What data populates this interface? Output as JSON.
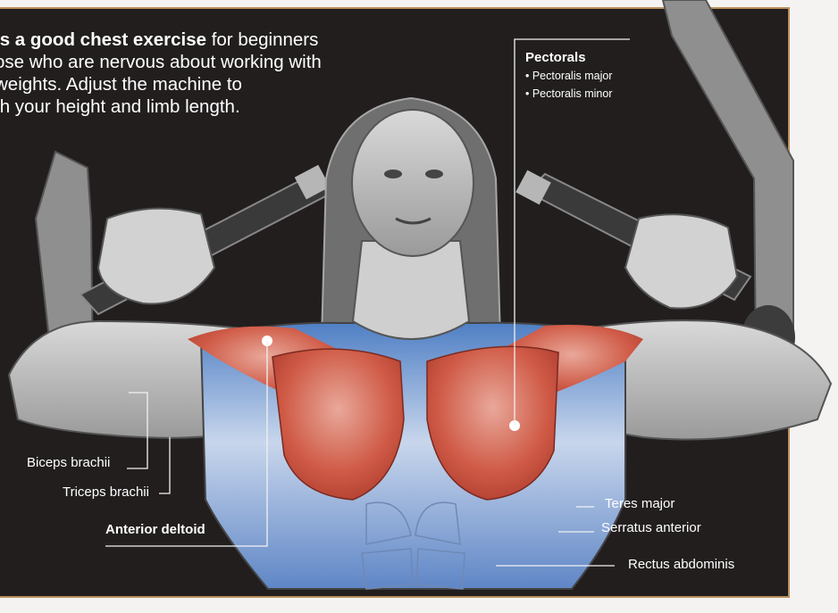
{
  "intro": {
    "line1_bold": "is a good chest exercise",
    "line1_rest": " for beginners",
    "line2": "ose who are nervous about working with",
    "line3": "weights. Adjust the machine to",
    "line4": "th your height and limb length."
  },
  "pectorals": {
    "title": "Pectorals",
    "items": [
      "• Pectoralis major",
      "• Pectoralis minor"
    ]
  },
  "labels": {
    "biceps": "Biceps brachii",
    "triceps": "Triceps brachii",
    "anterior_deltoid": "Anterior deltoid",
    "teres_major": "Teres major",
    "serratus": "Serratus anterior",
    "rectus": "Rectus abdominis"
  },
  "colors": {
    "board_background": "#221e1e",
    "frame_border": "#b98e5e",
    "highlight_muscle": "#c94a3a",
    "shirt_blue": "#4f7fc4"
  }
}
